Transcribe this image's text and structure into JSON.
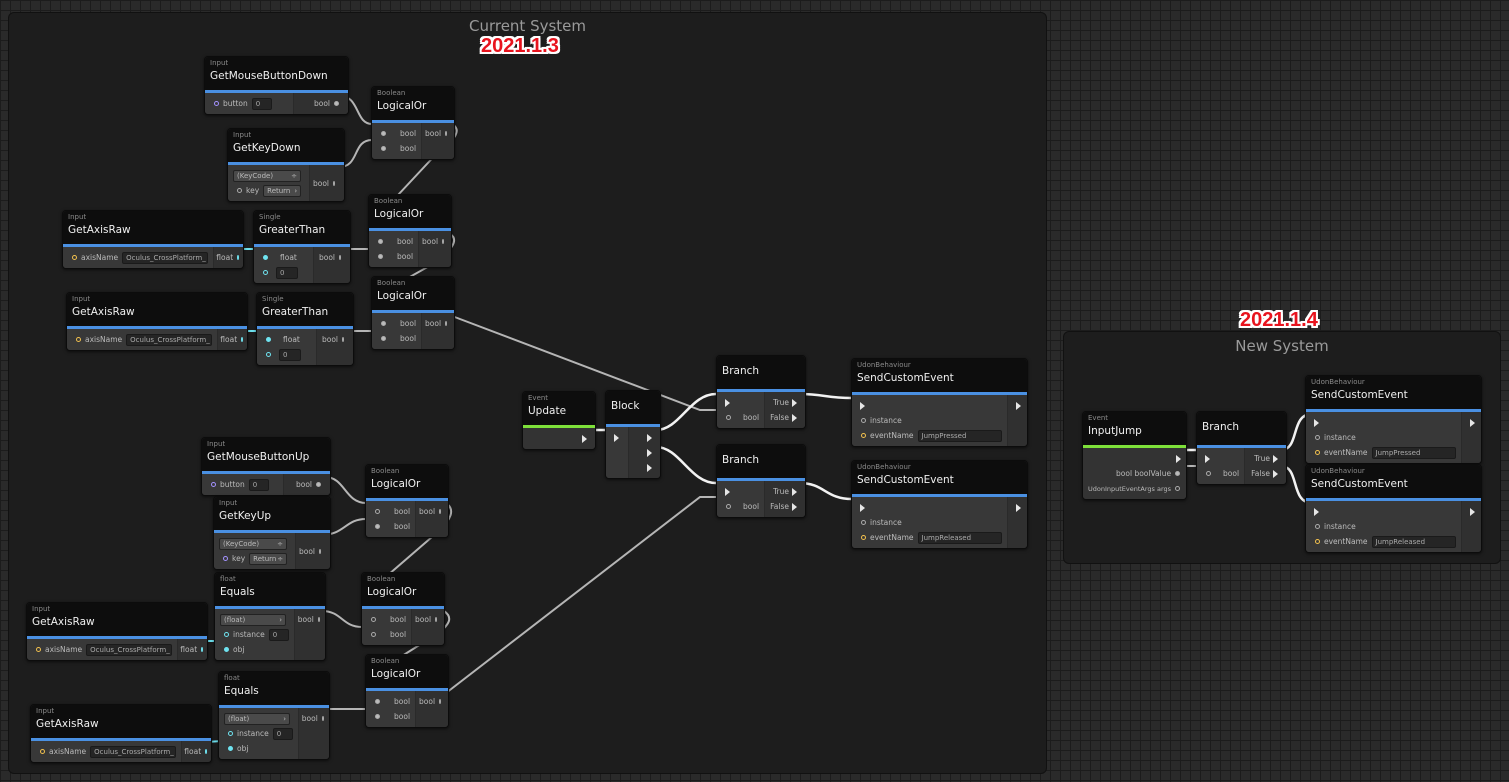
{
  "groups": {
    "current": {
      "title": "Current System",
      "version": "2021.1.3"
    },
    "new": {
      "title": "New System",
      "version": "2021.1.4"
    }
  },
  "nodes": {
    "gmbd": {
      "cat": "Input",
      "title": "GetMouseButtonDown",
      "in_label": "button",
      "in_value": "0",
      "out": "bool"
    },
    "gkd": {
      "cat": "Input",
      "title": "GetKeyDown",
      "dropdown": "(KeyCode)",
      "in_label": "key",
      "in_value": "Return",
      "out": "bool"
    },
    "lor1": {
      "cat": "Boolean",
      "title": "LogicalOr",
      "in1": "bool",
      "in2": "bool",
      "out": "bool"
    },
    "gar1": {
      "cat": "Input",
      "title": "GetAxisRaw",
      "in_label": "axisName",
      "in_value": "Oculus_CrossPlatform_",
      "out": "float"
    },
    "gt1": {
      "cat": "Single",
      "title": "GreaterThan",
      "in1": "float",
      "in2_value": "0",
      "out": "bool"
    },
    "lor2": {
      "cat": "Boolean",
      "title": "LogicalOr",
      "in1": "bool",
      "in2": "bool",
      "out": "bool"
    },
    "gar2": {
      "cat": "Input",
      "title": "GetAxisRaw",
      "in_label": "axisName",
      "in_value": "Oculus_CrossPlatform_",
      "out": "float"
    },
    "gt2": {
      "cat": "Single",
      "title": "GreaterThan",
      "in1": "float",
      "in2_value": "0",
      "out": "bool"
    },
    "lor3": {
      "cat": "Boolean",
      "title": "LogicalOr",
      "in1": "bool",
      "in2": "bool",
      "out": "bool"
    },
    "update": {
      "cat": "Event",
      "title": "Update"
    },
    "block": {
      "title": "Block"
    },
    "branch1": {
      "title": "Branch",
      "in": "bool",
      "out_true": "True",
      "out_false": "False"
    },
    "branch2": {
      "title": "Branch",
      "in": "bool",
      "out_true": "True",
      "out_false": "False"
    },
    "sce1": {
      "cat": "UdonBehaviour",
      "title": "SendCustomEvent",
      "instance": "instance",
      "event_label": "eventName",
      "event_value": "JumpPressed"
    },
    "sce2": {
      "cat": "UdonBehaviour",
      "title": "SendCustomEvent",
      "instance": "instance",
      "event_label": "eventName",
      "event_value": "JumpReleased"
    },
    "gmbu": {
      "cat": "Input",
      "title": "GetMouseButtonUp",
      "in_label": "button",
      "in_value": "0",
      "out": "bool"
    },
    "gku": {
      "cat": "Input",
      "title": "GetKeyUp",
      "dropdown": "(KeyCode)",
      "in_label": "key",
      "in_value": "Return",
      "out": "bool"
    },
    "lor4": {
      "cat": "Boolean",
      "title": "LogicalOr",
      "in1": "bool",
      "in2": "bool",
      "out": "bool"
    },
    "eq1": {
      "cat": "float",
      "title": "Equals",
      "dropdown": "(float)",
      "in_label": "instance",
      "in_value": "0",
      "obj": "obj",
      "out": "bool"
    },
    "gar3": {
      "cat": "Input",
      "title": "GetAxisRaw",
      "in_label": "axisName",
      "in_value": "Oculus_CrossPlatform_",
      "out": "float"
    },
    "lor5": {
      "cat": "Boolean",
      "title": "LogicalOr",
      "in1": "bool",
      "in2": "bool",
      "out": "bool"
    },
    "eq2": {
      "cat": "float",
      "title": "Equals",
      "dropdown": "(float)",
      "in_label": "instance",
      "in_value": "0",
      "obj": "obj",
      "out": "bool"
    },
    "lor6": {
      "cat": "Boolean",
      "title": "LogicalOr",
      "in1": "bool",
      "in2": "bool",
      "out": "bool"
    },
    "gar4": {
      "cat": "Input",
      "title": "GetAxisRaw",
      "in_label": "axisName",
      "in_value": "Oculus_CrossPlatform_",
      "out": "float"
    },
    "ij": {
      "cat": "Event",
      "title": "InputJump",
      "out1": "bool boolValue",
      "out2": "UdonInputEventArgs args"
    },
    "nbranch": {
      "title": "Branch",
      "in": "bool",
      "out_true": "True",
      "out_false": "False"
    },
    "nsce1": {
      "cat": "UdonBehaviour",
      "title": "SendCustomEvent",
      "instance": "instance",
      "event_label": "eventName",
      "event_value": "JumpPressed"
    },
    "nsce2": {
      "cat": "UdonBehaviour",
      "title": "SendCustomEvent",
      "instance": "instance",
      "event_label": "eventName",
      "event_value": "JumpReleased"
    }
  },
  "colors": {
    "flow_event": "#7ee03a",
    "header_accent": "#4a90e2",
    "version_red": "#e8141e",
    "float_port": "#6fe3f0",
    "string_port": "#f2c14e"
  }
}
